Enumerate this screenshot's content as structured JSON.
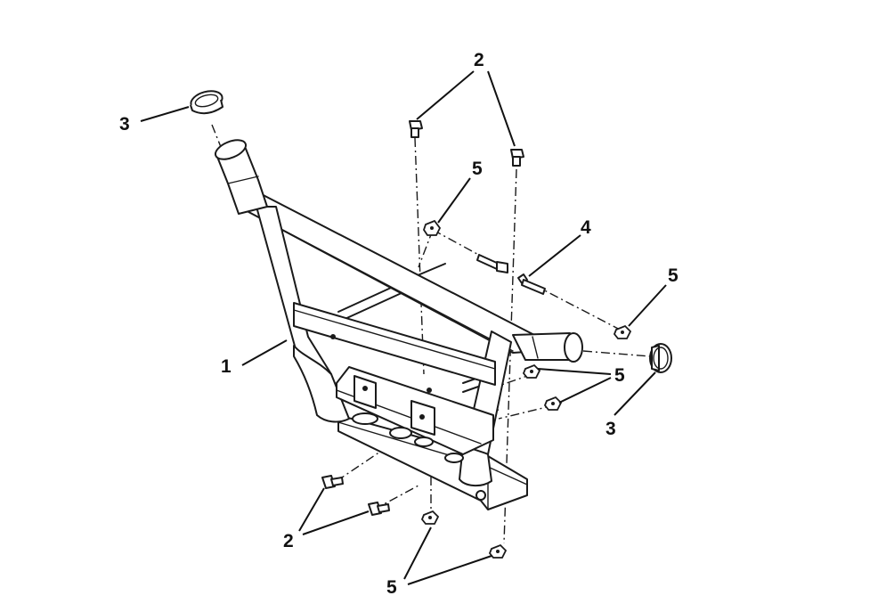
{
  "callouts": [
    {
      "id": "c1",
      "label": "1"
    },
    {
      "id": "c2a",
      "label": "2"
    },
    {
      "id": "c2b",
      "label": "2"
    },
    {
      "id": "c3a",
      "label": "3"
    },
    {
      "id": "c3b",
      "label": "3"
    },
    {
      "id": "c4",
      "label": "4"
    },
    {
      "id": "c5a",
      "label": "5"
    },
    {
      "id": "c5b",
      "label": "5"
    },
    {
      "id": "c5c",
      "label": "5"
    },
    {
      "id": "c5d",
      "label": "5"
    }
  ]
}
